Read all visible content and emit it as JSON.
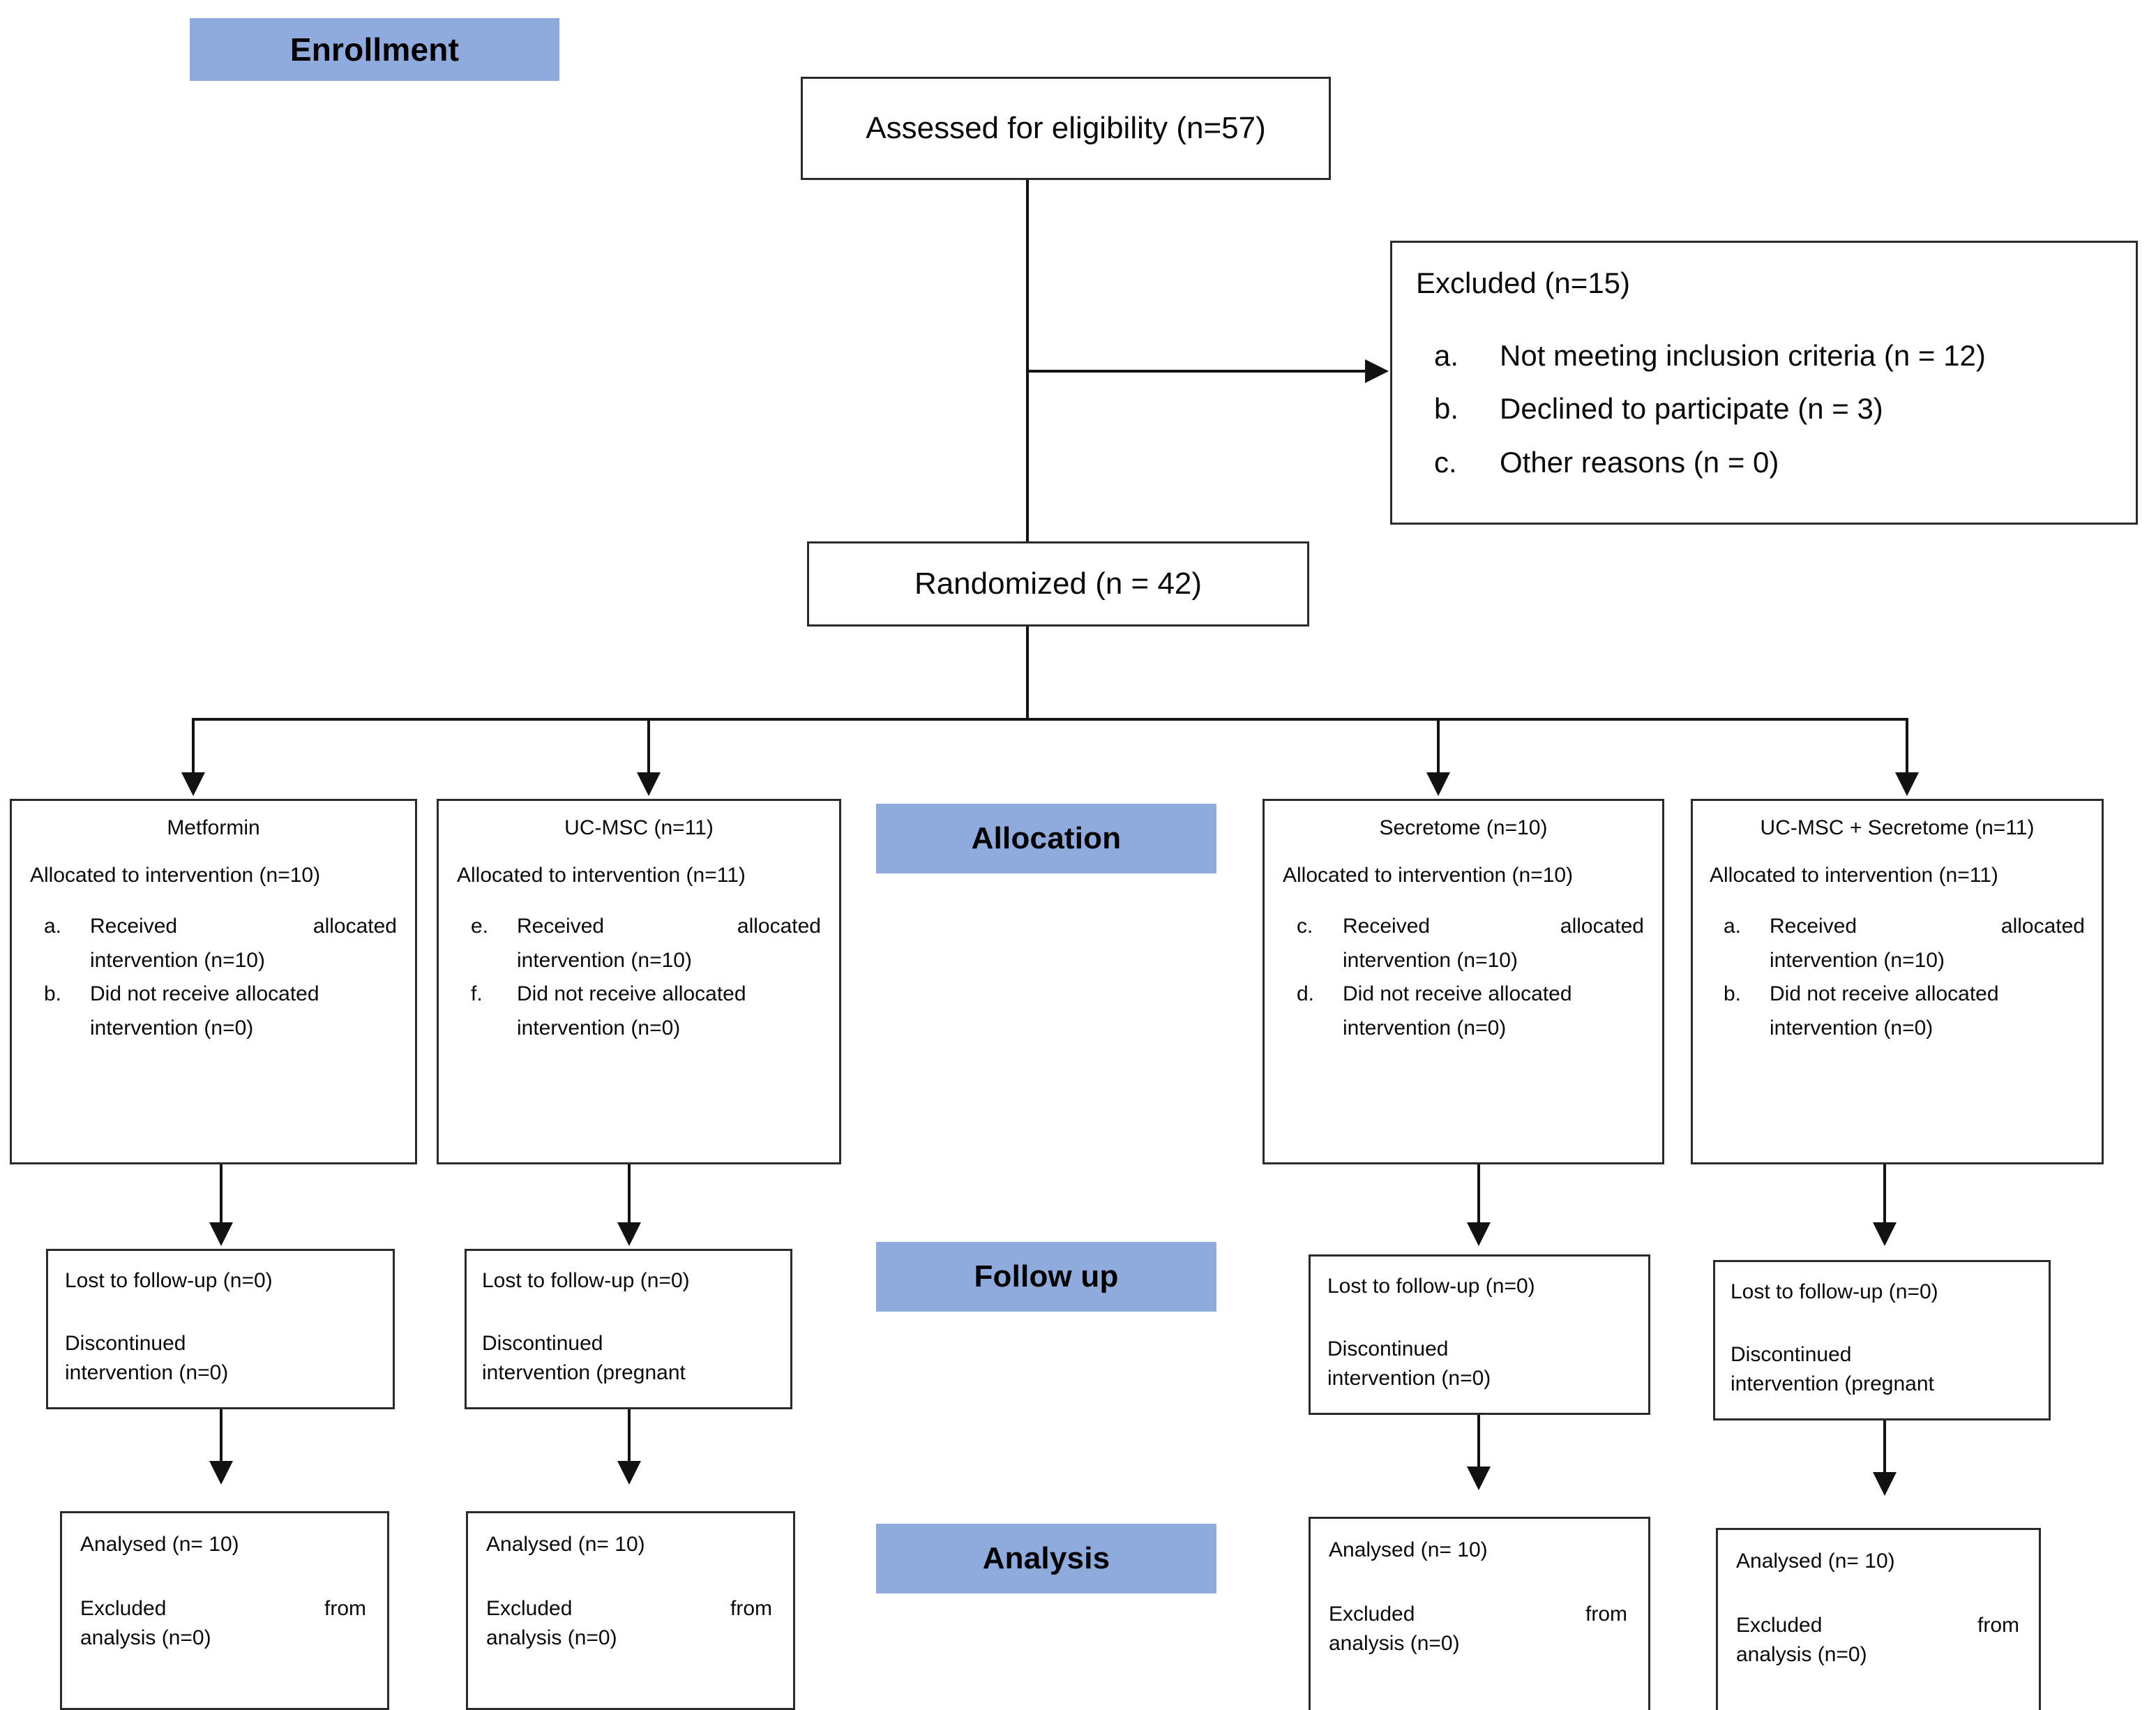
{
  "figure": {
    "type": "consort-flow-diagram",
    "accent_blue": "#8FAADC",
    "line_color": "#121212"
  },
  "stages": {
    "enrollment": "Enrollment",
    "allocation": "Allocation",
    "follow_up": "Follow up",
    "analysis": "Analysis"
  },
  "enrollment": {
    "assessed": "Assessed for eligibility (n=57)",
    "excluded": {
      "heading": "Excluded (n=15)",
      "reasons": [
        {
          "marker": "a.",
          "text": "Not meeting inclusion criteria (n = 12)"
        },
        {
          "marker": "b.",
          "text": "Declined to participate (n = 3)"
        },
        {
          "marker": "c.",
          "text": "Other reasons (n = 0)"
        }
      ]
    },
    "randomized": "Randomized (n = 42)"
  },
  "allocation_boxes": [
    {
      "title": "Metformin",
      "allocated": "Allocated to intervention (n=10)",
      "items": [
        {
          "marker": "a.",
          "line1": "Received",
          "line1b": "allocated",
          "line2": "intervention (n=10)"
        },
        {
          "marker": "b.",
          "line1": "Did   not   receive   allocated",
          "line1b": "",
          "line2": "intervention (n=0)"
        }
      ]
    },
    {
      "title": "UC-MSC (n=11)",
      "allocated": "Allocated to intervention (n=11)",
      "items": [
        {
          "marker": "e.",
          "line1": "Received",
          "line1b": "allocated",
          "line2": "intervention (n=10)"
        },
        {
          "marker": "f.",
          "line1": "Did   not   receive   allocated",
          "line1b": "",
          "line2": "intervention (n=0)"
        }
      ]
    },
    {
      "title": "Secretome (n=10)",
      "allocated": "Allocated to intervention (n=10)",
      "items": [
        {
          "marker": "c.",
          "line1": "Received",
          "line1b": "allocated",
          "line2": "intervention (n=10)"
        },
        {
          "marker": "d.",
          "line1": "Did   not   receive   allocated",
          "line1b": "",
          "line2": "intervention (n=0)"
        }
      ]
    },
    {
      "title": "UC-MSC + Secretome (n=11)",
      "allocated": "Allocated to intervention (n=11)",
      "items": [
        {
          "marker": "a.",
          "line1": "Received",
          "line1b": "allocated",
          "line2": "intervention (n=10)"
        },
        {
          "marker": "b.",
          "line1": "Did   not   receive   allocated",
          "line1b": "",
          "line2": "intervention (n=0)"
        }
      ]
    }
  ],
  "followup_boxes": [
    {
      "lost": "Lost to follow-up (n=0)",
      "disc_line1": "Discontinued",
      "disc_line2": "intervention (n=0)"
    },
    {
      "lost": "Lost to follow-up (n=0)",
      "disc_line1": "Discontinued",
      "disc_line2": "intervention (pregnant"
    },
    {
      "lost": "Lost to follow-up (n=0)",
      "disc_line1": "Discontinued",
      "disc_line2": "intervention (n=0)"
    },
    {
      "lost": "Lost to follow-up (n=0)",
      "disc_line1": "Discontinued",
      "disc_line2": "intervention (pregnant"
    }
  ],
  "analysis_boxes": [
    {
      "analysed": "Analysed (n= 10)",
      "excluded_a": "Excluded",
      "excluded_b": "from",
      "excluded_c": "analysis (n=0)"
    },
    {
      "analysed": "Analysed (n= 10)",
      "excluded_a": "Excluded",
      "excluded_b": "from",
      "excluded_c": "analysis (n=0)"
    },
    {
      "analysed": "Analysed (n= 10)",
      "excluded_a": "Excluded",
      "excluded_b": "from",
      "excluded_c": "analysis (n=0)"
    },
    {
      "analysed": "Analysed (n= 10)",
      "excluded_a": "Excluded",
      "excluded_b": "from",
      "excluded_c": "analysis (n=0)"
    }
  ],
  "chart_data": {
    "type": "flowchart",
    "title": "CONSORT participant flow",
    "nodes": [
      {
        "id": "assessed",
        "label": "Assessed for eligibility (n=57)",
        "n": 57,
        "stage": "Enrollment"
      },
      {
        "id": "excluded",
        "label": "Excluded (n=15)",
        "n": 15,
        "stage": "Enrollment"
      },
      {
        "id": "randomized",
        "label": "Randomized (n = 42)",
        "n": 42,
        "stage": "Enrollment"
      },
      {
        "id": "metformin",
        "label": "Metformin",
        "n": 10,
        "stage": "Allocation"
      },
      {
        "id": "ucmsc",
        "label": "UC-MSC (n=11)",
        "n": 11,
        "stage": "Allocation"
      },
      {
        "id": "secretome",
        "label": "Secretome (n=10)",
        "n": 10,
        "stage": "Allocation"
      },
      {
        "id": "ucmsc_secretome",
        "label": "UC-MSC + Secretome (n=11)",
        "n": 11,
        "stage": "Allocation"
      }
    ],
    "exclusion_reasons": [
      {
        "reason": "Not meeting inclusion criteria",
        "n": 12
      },
      {
        "reason": "Declined to participate",
        "n": 3
      },
      {
        "reason": "Other reasons",
        "n": 0
      }
    ],
    "analysed_per_arm": [
      10,
      10,
      10,
      10
    ]
  }
}
